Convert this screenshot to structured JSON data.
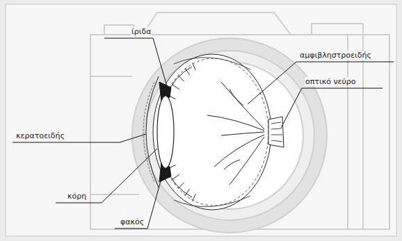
{
  "diagram": {
    "labels": [
      "ίριδα",
      "αμφιβληστροειδής",
      "οπτικό νεύρο",
      "κερατοειδής",
      "κόρη",
      "φακός"
    ]
  }
}
